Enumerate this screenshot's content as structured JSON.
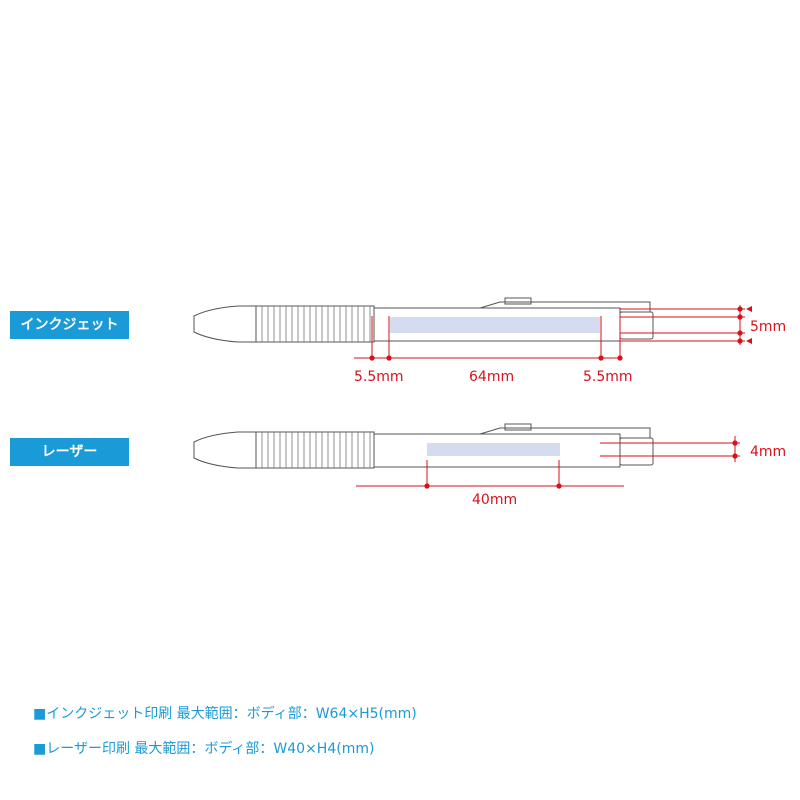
{
  "labels": {
    "inkjet": "インクジェット",
    "laser": "レーザー"
  },
  "inkjet_dims": {
    "left_margin": "5.5mm",
    "width": "64mm",
    "right_margin": "5.5mm",
    "height": "5mm"
  },
  "laser_dims": {
    "width": "40mm",
    "height": "4mm"
  },
  "specs": {
    "inkjet": "■インクジェット印刷 最大範囲：ボディ部：W64×H5(mm)",
    "laser": "■レーザー印刷 最大範囲：ボディ部：W40×H4(mm)"
  },
  "colors": {
    "label_bg": "#1a9ad6",
    "dimension": "#d8101a",
    "print_area": "#d6dcf0",
    "outline": "#555555"
  }
}
